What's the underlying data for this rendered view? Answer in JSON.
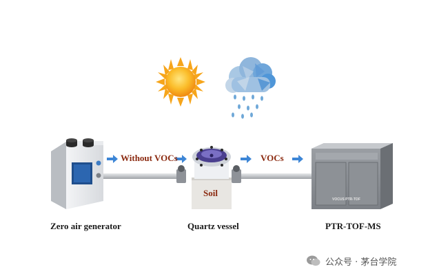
{
  "diagram": {
    "flow_labels": {
      "without_vocs": "Without VOCs",
      "vocs": "VOCs"
    },
    "vessel_label": "Soil",
    "captions": {
      "zero_air_generator": "Zero air generator",
      "quartz_vessel": "Quartz vessel",
      "ptr_tof_ms": "PTR-TOF-MS"
    },
    "instrument_panel_text": "VOCUS PTR-TOF",
    "icons": [
      "sun-icon",
      "rain-cloud-icon",
      "arrow-right-icon"
    ]
  },
  "watermark": {
    "text": "公众号 · 茅台学院"
  },
  "colors": {
    "flow_text": "#8b2a10",
    "arrow": "#3d86d6",
    "pipe": "#c9ccd0",
    "sun": "#f6a51b",
    "cloud": "#8fc0e6",
    "rain": "#6fa8d8"
  }
}
